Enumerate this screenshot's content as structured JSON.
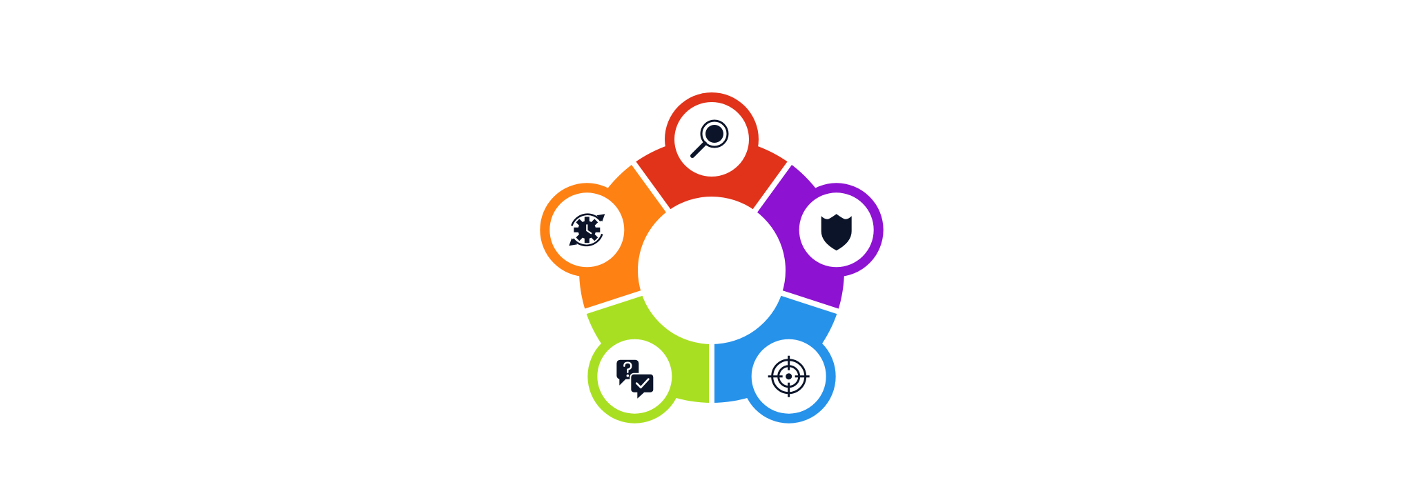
{
  "diagram": {
    "type": "cycle",
    "segments": [
      {
        "id": "research",
        "color": "#e1331a",
        "icon": "magnifier-icon"
      },
      {
        "id": "security",
        "color": "#8e12d2",
        "icon": "shield-icon"
      },
      {
        "id": "targeting",
        "color": "#2692ea",
        "icon": "target-icon"
      },
      {
        "id": "qa",
        "color": "#a9df22",
        "icon": "question-answer-icon"
      },
      {
        "id": "process",
        "color": "#fe8114",
        "icon": "gear-cycle-icon"
      }
    ],
    "icon_color": "#0b1429"
  }
}
